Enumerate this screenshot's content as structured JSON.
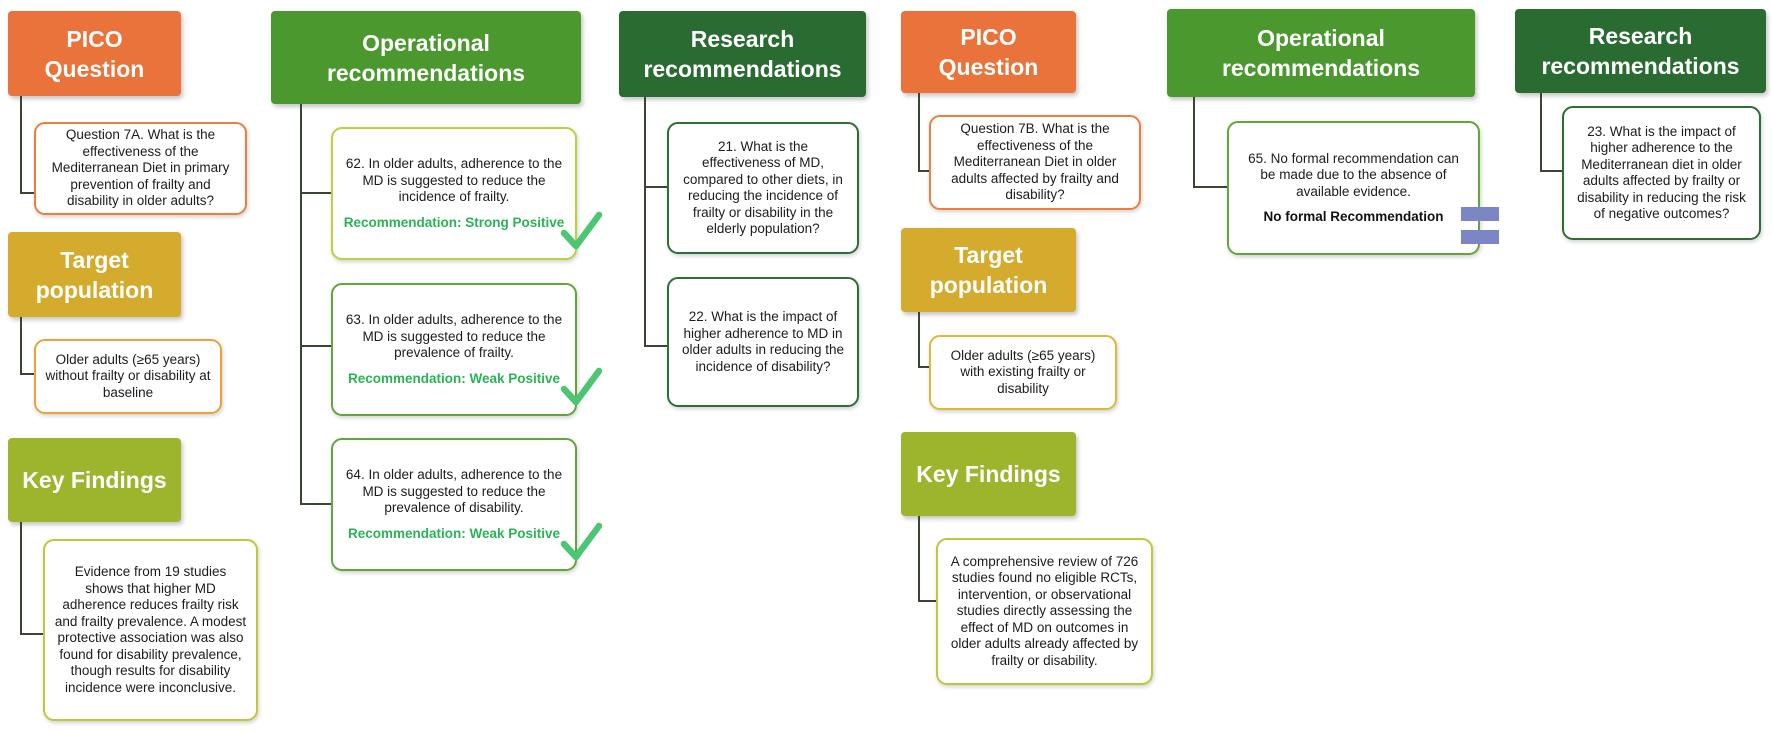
{
  "q7a": {
    "pico": {
      "header": "PICO Question",
      "text": "Question 7A. What is the effectiveness of the Mediterranean Diet in primary prevention of frailty and disability in older adults?"
    },
    "target": {
      "header": "Target population",
      "text": "Older adults (≥65 years) without frailty or disability at baseline"
    },
    "findings": {
      "header": "Key Findings",
      "text": "Evidence from 19 studies shows that higher MD adherence reduces frailty risk and frailty prevalence. A modest protective association was also found for disability prevalence, though results for disability incidence were inconclusive."
    },
    "operational": {
      "header": "Operational recommendations",
      "items": [
        {
          "text": "62. In older adults, adherence to the MD is suggested to reduce the incidence of frailty.",
          "recommendation": "Recommendation: Strong Positive",
          "icon": "check-icon"
        },
        {
          "text": "63. In older adults, adherence to the MD is suggested to reduce the prevalence of frailty.",
          "recommendation": "Recommendation: Weak Positive",
          "icon": "check-icon"
        },
        {
          "text": "64. In older adults, adherence to the MD is suggested to reduce the prevalence of disability.",
          "recommendation": "Recommendation: Weak Positive",
          "icon": "check-icon"
        }
      ]
    },
    "research": {
      "header": "Research recommendations",
      "items": [
        {
          "text": "21. What is the effectiveness of MD, compared to other diets, in reducing the incidence of frailty or disability in the elderly population?"
        },
        {
          "text": "22. What is the impact of higher adherence to MD in older adults in reducing the incidence of disability?"
        }
      ]
    }
  },
  "q7b": {
    "pico": {
      "header": "PICO Question",
      "text": "Question 7B. What is the effectiveness of the Mediterranean Diet in older adults affected by frailty and disability?"
    },
    "target": {
      "header": "Target population",
      "text": "Older adults (≥65 years) with existing frailty or disability"
    },
    "findings": {
      "header": "Key Findings",
      "text": "A comprehensive review of 726 studies found no eligible RCTs, intervention, or observational studies directly assessing the effect of MD on outcomes in older adults already affected by frailty or disability."
    },
    "operational": {
      "header": "Operational recommendations",
      "items": [
        {
          "text": "65. No formal recommendation can be made due to the absence of available evidence.",
          "recommendation": "No formal Recommendation",
          "icon": "equals-icon"
        }
      ]
    },
    "research": {
      "header": "Research recommendations",
      "items": [
        {
          "text": "23. What is the impact of higher adherence to the Mediterranean diet in older adults affected by frailty or disability in reducing the risk of negative outcomes?"
        }
      ]
    }
  },
  "colors": {
    "pico": "#E9733A",
    "target": "#D4AB2C",
    "findings": "#9DB42D",
    "operational": "#4B982F",
    "research": "#2A6B31",
    "recommendation_text": "#2BB356",
    "check": "#4CC673",
    "equals": "#7C86C5",
    "connector": "#3A4634"
  }
}
